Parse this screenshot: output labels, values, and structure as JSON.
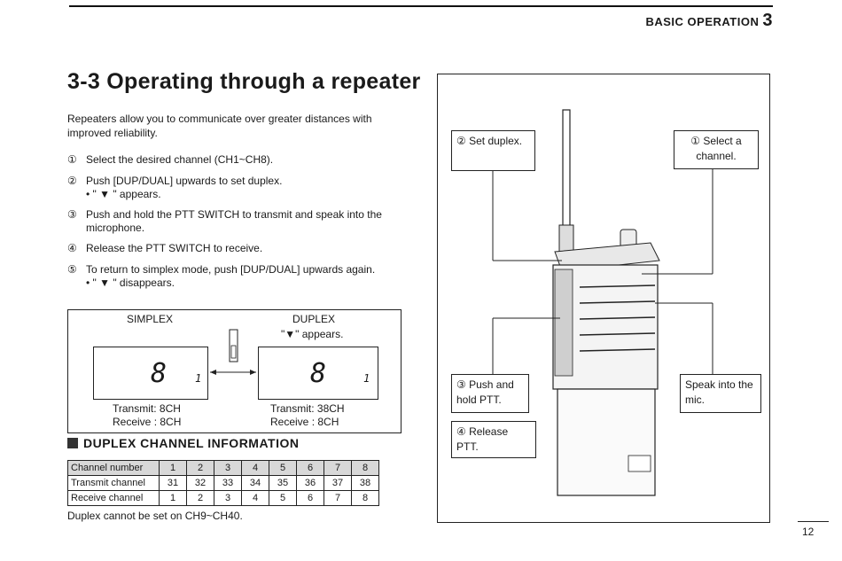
{
  "header": {
    "section_label": "BASIC OPERATION",
    "section_number": "3"
  },
  "title": "3-3 Operating through a repeater",
  "intro": "Repeaters allow you to communicate over greater distances with improved reliability.",
  "steps": [
    {
      "num": "①",
      "text": "Select the desired channel (CH1~CH8).",
      "sub": ""
    },
    {
      "num": "②",
      "text": "Push [DUP/DUAL] upwards to set duplex.",
      "sub": "• \" ▼ \" appears."
    },
    {
      "num": "③",
      "text": "Push and hold the PTT SWITCH to transmit and speak into the microphone.",
      "sub": ""
    },
    {
      "num": "④",
      "text": "Release the PTT SWITCH to receive.",
      "sub": ""
    },
    {
      "num": "⑤",
      "text": "To return to simplex mode, push [DUP/DUAL] upwards again.",
      "sub": "• \" ▼ \" disappears."
    }
  ],
  "diagram": {
    "simplex_label": "SIMPLEX",
    "duplex_label": "DUPLEX",
    "duplex_appears": "\"▼\" appears.",
    "display_digit": "8",
    "display_small": "1",
    "simplex_tx": "Transmit: 8CH",
    "simplex_rx": "Receive : 8CH",
    "duplex_tx": "Transmit: 38CH",
    "duplex_rx": "Receive  :  8CH"
  },
  "duplex_info": {
    "heading": "DUPLEX CHANNEL INFORMATION",
    "headers": [
      "Channel number",
      "1",
      "2",
      "3",
      "4",
      "5",
      "6",
      "7",
      "8"
    ],
    "rows": [
      [
        "Transmit channel",
        "31",
        "32",
        "33",
        "34",
        "35",
        "36",
        "37",
        "38"
      ],
      [
        "Receive channel",
        "1",
        "2",
        "3",
        "4",
        "5",
        "6",
        "7",
        "8"
      ]
    ],
    "note": "Duplex cannot be set on CH9~CH40."
  },
  "callouts": {
    "set_duplex": "② Set duplex.",
    "select_channel": "① Select a channel.",
    "push_hold": "③ Push and hold PTT.",
    "release": "④ Release PTT.",
    "speak": "Speak into the mic."
  },
  "page_number": "12"
}
